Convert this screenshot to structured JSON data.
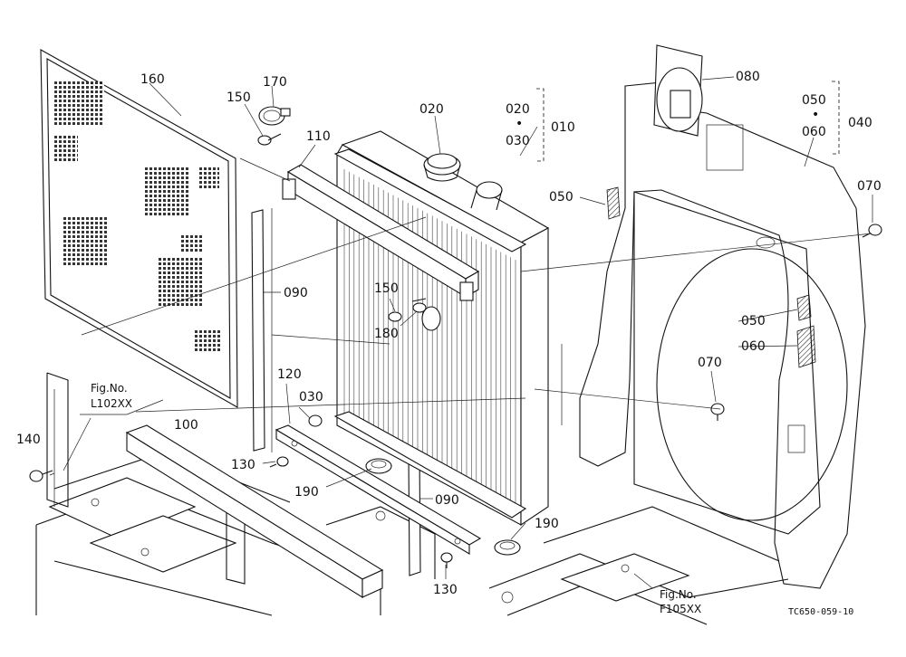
{
  "parts": {
    "p010": "010",
    "p020_top": "020",
    "p020_ref": "020",
    "p030_ref": "030",
    "p030": "030",
    "p040": "040",
    "p050_ref": "050",
    "p060_ref": "060",
    "p050_a": "050",
    "p050_b": "050",
    "p060": "060",
    "p070_a": "070",
    "p070_b": "070",
    "p080": "080",
    "p090_a": "090",
    "p090_b": "090",
    "p100": "100",
    "p110": "110",
    "p120": "120",
    "p130_a": "130",
    "p130_b": "130",
    "p140": "140",
    "p150_a": "150",
    "p150_b": "150",
    "p160": "160",
    "p170": "170",
    "p180": "180",
    "p190_a": "190",
    "p190_b": "190"
  },
  "separator_dot": "•",
  "figure_refs": {
    "left_line1": "Fig.No.",
    "left_line2": "L102XX",
    "right_line1": "Fig.No.",
    "right_line2": "F105XX"
  },
  "drawing_code": "TC650-059-10"
}
